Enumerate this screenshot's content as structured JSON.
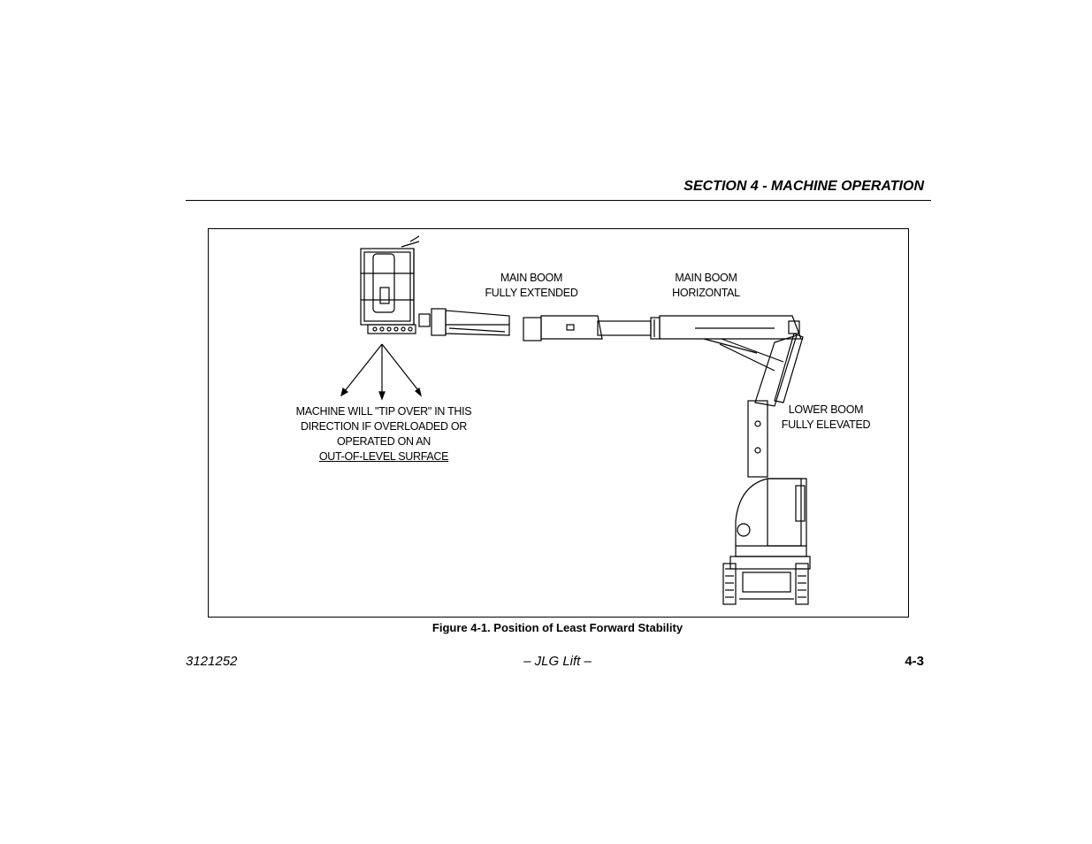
{
  "header": {
    "section_title": "SECTION 4 - MACHINE OPERATION"
  },
  "figure": {
    "labels": {
      "main_boom_extended": [
        "MAIN BOOM",
        "FULLY EXTENDED"
      ],
      "main_boom_horizontal": [
        "MAIN BOOM",
        "HORIZONTAL"
      ],
      "lower_boom_elevated": [
        "LOWER BOOM",
        "FULLY ELEVATED"
      ],
      "tip_over_warning": [
        "MACHINE WILL \"TIP OVER\" IN THIS",
        "DIRECTION IF OVERLOADED OR",
        "OPERATED ON AN",
        "OUT-OF-LEVEL SURFACE"
      ]
    },
    "caption": "Figure 4-1. Position of Least Forward Stability"
  },
  "footer": {
    "doc_number": "3121252",
    "center_text": "– JLG Lift –",
    "page_number": "4-3"
  }
}
